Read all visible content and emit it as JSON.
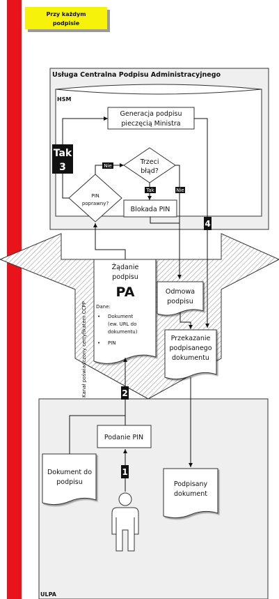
{
  "colors": {
    "left_bar": "#e8131b",
    "note": "#f7f20a",
    "panel_fill": "#efefef",
    "badge": "#111111",
    "badge_text": "#ffffff"
  },
  "note": {
    "line1": "Przy każdym",
    "line2": "podpisie"
  },
  "ucpa": {
    "title": "Usługa Centralna Podpisu Administracyjnego"
  },
  "hsm": {
    "label": "HSM"
  },
  "nodes": {
    "generacja": {
      "line1": "Generacja podpisu",
      "line2": "pieczęcią Ministra"
    },
    "trzeci": {
      "line1": "Trzeci",
      "line2": "błąd?"
    },
    "pin_ok": {
      "line1": "PIN",
      "line2": "poprawny?"
    },
    "blokada": {
      "text": "Blokada PIN"
    }
  },
  "edge_labels": {
    "nie_top": "Nie",
    "tak": "Tak",
    "nie_right": "Nie"
  },
  "badges": {
    "tak3_a": "Tak",
    "tak3_b": "3",
    "num4": "4",
    "num2": "2",
    "num1": "1"
  },
  "channel": {
    "text": "Kanał poświadczony certyfikatem CCPP"
  },
  "docs": {
    "zadanie": {
      "line1": "Żądanie",
      "line2": "podpisu",
      "big": "PA",
      "dane": "Dane:",
      "b1_l1": "Dokument",
      "b1_l2": "(ew. URL do",
      "b1_l3": "dokumentu)",
      "b2": "PIN",
      "bullet": "•"
    },
    "odmowa": {
      "line1": "Odmowa",
      "line2": "podpisu"
    },
    "przekazanie": {
      "line1": "Przekazanie",
      "line2": "podpisanego",
      "line3": "dokumentu"
    },
    "dokument": {
      "line1": "Dokument do",
      "line2": "podpisu"
    },
    "podpisany": {
      "line1": "Podpisany",
      "line2": "dokument"
    }
  },
  "podanie": {
    "text": "Podanie PIN"
  },
  "ulpa": {
    "label": "ULPA"
  }
}
